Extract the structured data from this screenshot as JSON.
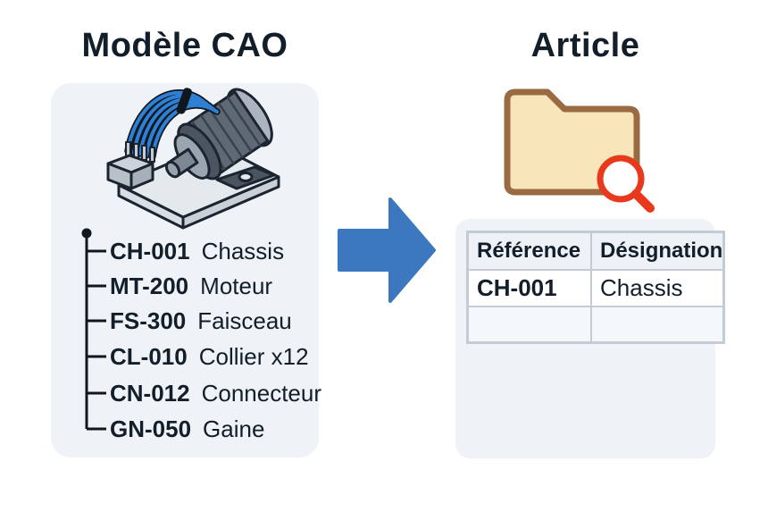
{
  "left": {
    "title": "Modèle CAO",
    "illustration": "isometric electric motor on base plate with blue wire harness and connector",
    "tree": {
      "items": [
        {
          "code": "CH-001",
          "name": "Chassis"
        },
        {
          "code": "MT-200",
          "name": "Moteur"
        },
        {
          "code": "FS-300",
          "name": "Faisceau"
        },
        {
          "code": "CL-010",
          "name": "Collier x12"
        },
        {
          "code": "CN-012",
          "name": "Connecteur"
        },
        {
          "code": "GN-050",
          "name": "Gaine"
        }
      ]
    }
  },
  "arrow": {
    "direction": "right",
    "color": "#3B78C0"
  },
  "right": {
    "title": "Article",
    "folder_icon": "folder-with-magnifier-icon",
    "table": {
      "headers": [
        "Référence",
        "Désignation"
      ],
      "rows": [
        [
          "CH-001",
          "Chassis"
        ],
        [
          "",
          ""
        ]
      ]
    }
  },
  "colors": {
    "background": "#FFFFFF",
    "panel_bg": "#EFF3F7",
    "text": "#131E2B",
    "arrow_blue": "#3B78C0",
    "wire_blue": "#2F80D4",
    "folder_fill": "#F8E5B9",
    "folder_outline": "#9A6B42",
    "magnifier_red": "#E8391C",
    "table_border": "#C3CCD5",
    "table_header_bg": "#EEF2F6"
  }
}
